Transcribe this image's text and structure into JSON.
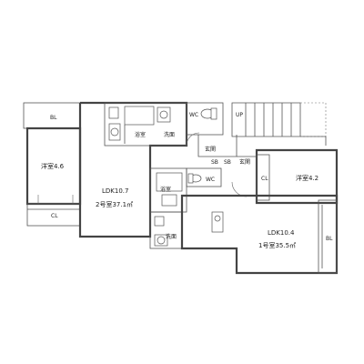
{
  "rooms": {
    "unit2": {
      "western_room": "洋室4.6",
      "ldk": "LDK10.7",
      "unit_area": "2号室37.1㎡",
      "bath": "浴室",
      "washroom": "洗面",
      "entrance": "玄関",
      "closet": "CL",
      "balcony": "BL",
      "toilet": "WC"
    },
    "unit1": {
      "western_room": "洋室4.2",
      "ldk": "LDK10.4",
      "unit_area": "1号室35.5㎡",
      "bath": "浴室",
      "washroom": "洗面",
      "entrance": "玄関",
      "closet": "CL",
      "balcony": "BL",
      "toilet": "WC"
    },
    "shoe_box_1": "SB",
    "shoe_box_2": "SB",
    "stairs": "UP"
  },
  "colors": {
    "wall": "#444444",
    "fixture": "#555555",
    "background": "#ffffff"
  }
}
